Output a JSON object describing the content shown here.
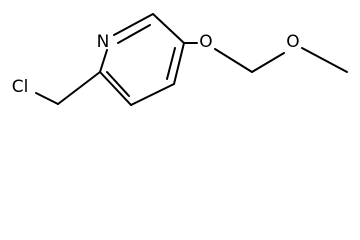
{
  "molecule": {
    "atoms": {
      "nitrogen": "N",
      "chlorine": "Cl",
      "ring_oxygen": "O",
      "ether_oxygen": "O"
    }
  }
}
